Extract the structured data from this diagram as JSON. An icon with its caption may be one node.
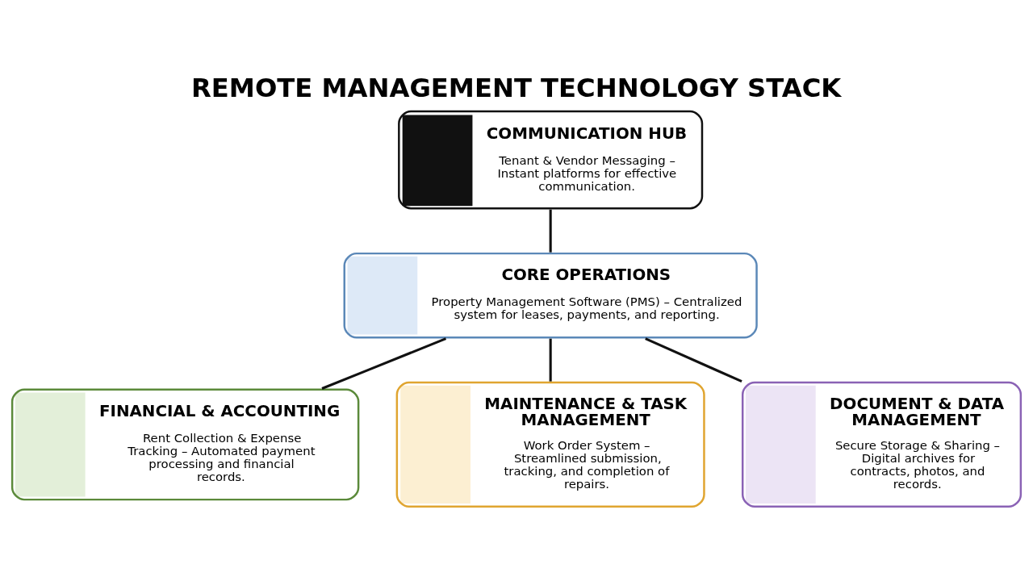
{
  "diagram": {
    "title": "REMOTE MANAGEMENT TECHNOLOGY STACK",
    "nodes": [
      {
        "text": [
          "COMMUNICATION HUB",
          "Tenant & Vendor Messaging – Instant platforms for effective communication."
        ]
      },
      {
        "text": [
          "CORE OPERATIONS",
          "Property Management Software (PMS) – Centralized system for leases, payments, and reporting."
        ]
      },
      {
        "text": [
          "FINANCIAL & ACCOUNTING",
          "Rent Collection & Expense Tracking – Automated payment processing and financial records."
        ]
      },
      {
        "text": [
          "MAINTENANCE & TASK MANAGEMENT",
          "Work Order System – Streamlined submission, tracking, and completion of repairs."
        ]
      },
      {
        "text": [
          "DOCUMENT & DATA MANAGEMENT",
          "Secure Storage & Sharing – Digital archives for contracts, photos, and records."
        ]
      }
    ],
    "edges": [
      {
        "from": 0,
        "to": 1,
        "arrow": "none"
      },
      {
        "from": 1,
        "to": 2,
        "arrow": "none"
      },
      {
        "from": 1,
        "to": 3,
        "arrow": "none"
      },
      {
        "from": 1,
        "to": 4,
        "arrow": "none"
      }
    ]
  }
}
